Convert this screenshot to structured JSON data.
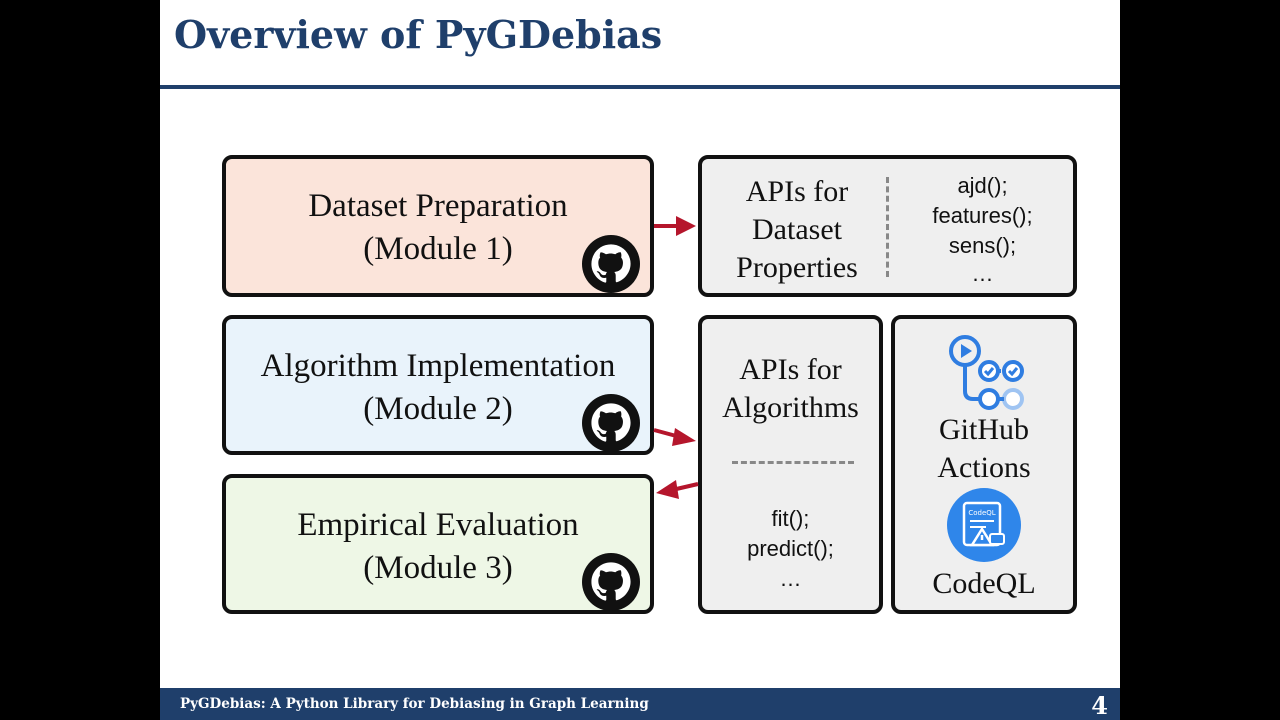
{
  "slide": {
    "title": "Overview of PyGDebias",
    "footer": "PyGDebias: A Python Library for Debiasing in Graph Learning",
    "page_number": "4"
  },
  "modules": [
    {
      "line1": "Dataset Preparation",
      "line2": "(Module 1)",
      "color": "#fbe4da"
    },
    {
      "line1": "Algorithm Implementation",
      "line2": "(Module 2)",
      "color": "#e9f3fb"
    },
    {
      "line1": "Empirical Evaluation",
      "line2": "(Module 3)",
      "color": "#eef7e6"
    }
  ],
  "dataset_api": {
    "label_line1": "APIs for",
    "label_line2": "Dataset",
    "label_line3": "Properties",
    "calls": [
      "ajd();",
      "features();",
      "sens();",
      "…"
    ]
  },
  "algorithm_api": {
    "label_line1": "APIs for",
    "label_line2": "Algorithms",
    "calls": [
      "fit();",
      "predict();",
      "…"
    ]
  },
  "tools": {
    "actions_line1": "GitHub",
    "actions_line2": "Actions",
    "codeql_badge": "CodeQL",
    "codeql_label": "CodeQL"
  },
  "colors": {
    "title_blue": "#1f3f6b",
    "arrow_red": "#b5162c",
    "api_box": "#efefef"
  }
}
